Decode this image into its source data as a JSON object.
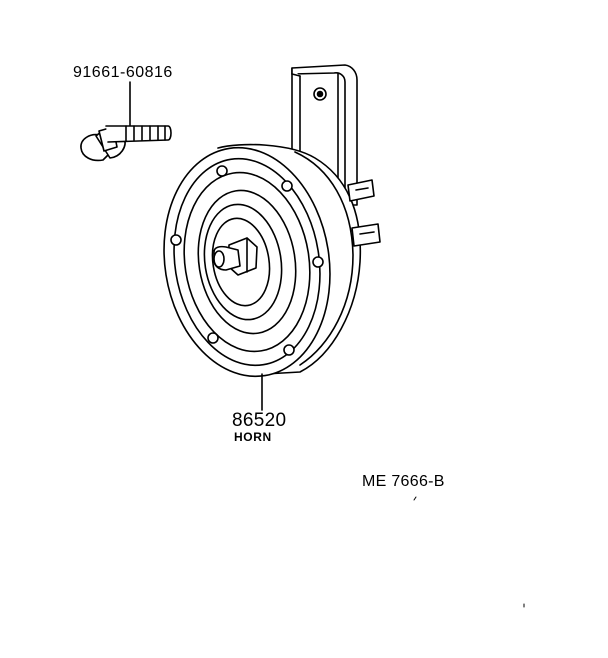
{
  "parts": {
    "bolt": {
      "part_number": "91661-60816"
    },
    "horn": {
      "part_number": "86520",
      "name": "HORN"
    }
  },
  "diagram_code": "ME 7666-B",
  "colors": {
    "line": "#000000",
    "background": "#ffffff"
  }
}
